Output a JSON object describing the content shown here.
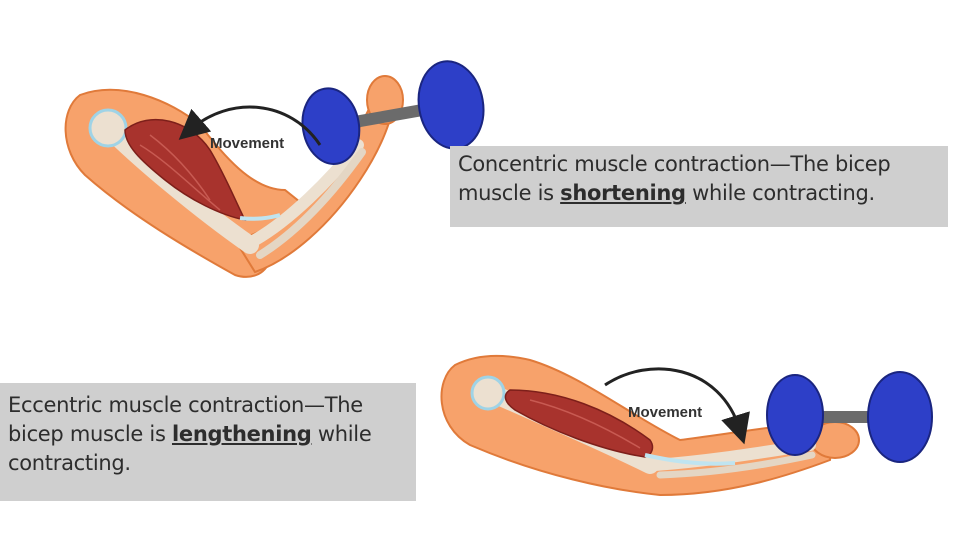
{
  "concentric": {
    "movement_label": "Movement",
    "caption_before": "Concentric muscle contraction—The bicep muscle is ",
    "caption_keyword": "shortening",
    "caption_after": " while contracting."
  },
  "eccentric": {
    "movement_label": "Movement",
    "caption_before": "Eccentric muscle contraction—The bicep muscle is ",
    "caption_keyword": "lengthening",
    "caption_after": " while contracting."
  },
  "colors": {
    "skin": "#f7a26b",
    "skin_outline": "#e07a3a",
    "bone": "#ece0d0",
    "muscle": "#a8332d",
    "dumbbell": "#2d3fc8",
    "caption_bg": "#cfcfcf"
  }
}
